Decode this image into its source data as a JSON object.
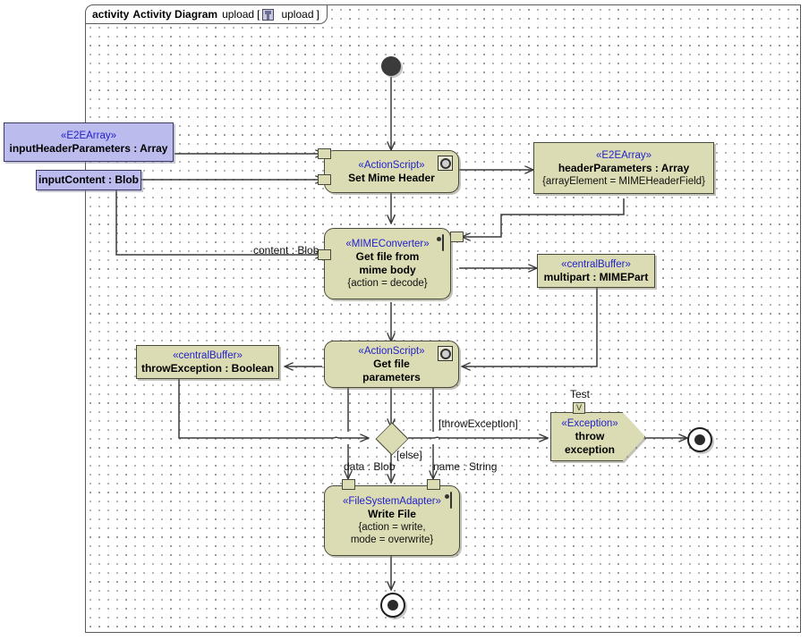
{
  "frame": {
    "keyword": "activity",
    "metaclass": "Activity Diagram",
    "name": "upload",
    "bracket_open": "[",
    "icon": "activity-diagram-icon",
    "param": "upload",
    "bracket_close": "]"
  },
  "nodes": {
    "initial": {
      "name": "initial-node"
    },
    "input_header": {
      "stereotype": "«E2EArray»",
      "label": "inputHeaderParameters : Array"
    },
    "input_content": {
      "label": "inputContent : Blob"
    },
    "set_mime_header": {
      "stereotype": "«ActionScript»",
      "label": "Set Mime Header",
      "icon": "gear-icon"
    },
    "header_parameters": {
      "stereotype": "«E2EArray»",
      "label": "headerParameters : Array",
      "property": "{arrayElement = MIMEHeaderField}"
    },
    "get_file_from_mime_body": {
      "stereotype": "«MIMEConverter»",
      "label_line1": "Get file from",
      "label_line2": "mime body",
      "property": "{action = decode}",
      "icon": "pill-icon"
    },
    "multipart": {
      "stereotype": "«centralBuffer»",
      "label": "multipart : MIMEPart"
    },
    "get_file_parameters": {
      "stereotype": "«ActionScript»",
      "label_line1": "Get file",
      "label_line2": "parameters",
      "icon": "gear-icon"
    },
    "throw_exception_buffer": {
      "stereotype": "«centralBuffer»",
      "label": "throwException : Boolean"
    },
    "throw_exception": {
      "stereotype": "«Exception»",
      "label_line1": "throw",
      "label_line2": "exception",
      "pin_label": "Test",
      "pin_glyph": "V"
    },
    "write_file": {
      "stereotype": "«FileSystemAdapter»",
      "label": "Write File",
      "property_line1": "{action = write,",
      "property_line2": "mode = overwrite}",
      "icon": "pill-icon"
    },
    "final_exception": {
      "name": "activity-final-node-exception"
    },
    "final_main": {
      "name": "activity-final-node-main"
    }
  },
  "edge_labels": {
    "content_blob": "content : Blob",
    "throw_exception_guard": "[throwException]",
    "else_guard": "[else]",
    "data_blob": "data : Blob",
    "name_string": "name : String"
  },
  "colors": {
    "action_fill": "#dcdcb4",
    "input_fill": "#bbbbee",
    "stereotype_text": "#2222cc",
    "border": "#4a4a3c",
    "canvas": "#ffffff"
  }
}
